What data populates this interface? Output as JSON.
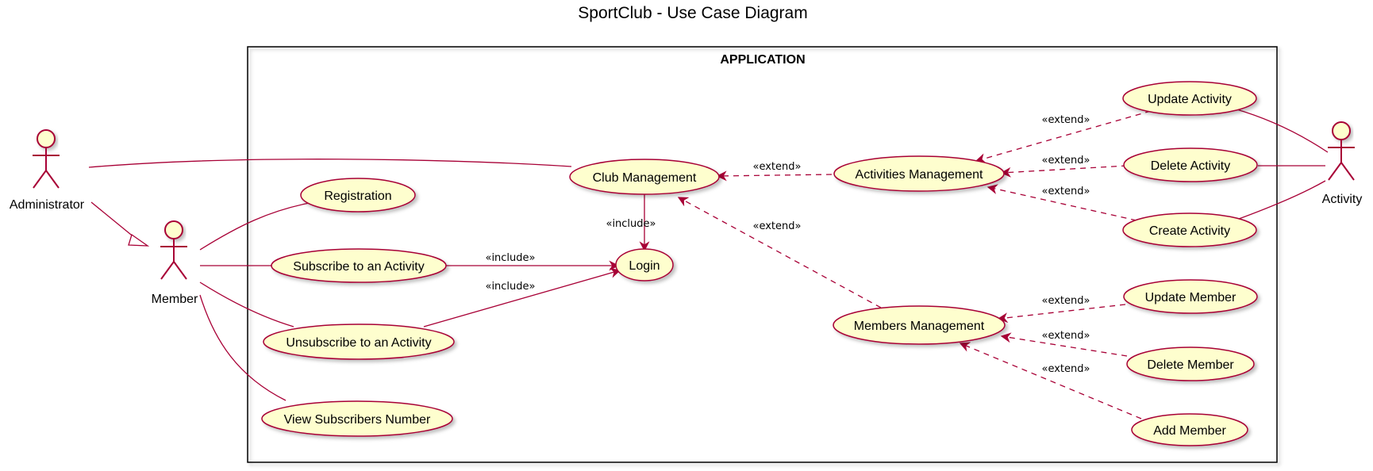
{
  "title": "SportClub - Use Case Diagram",
  "system_box": {
    "label": "APPLICATION"
  },
  "colors": {
    "line": "#A80036",
    "usecase_fill": "#FEFECE",
    "actor_fill": "#FEFECE"
  },
  "actors": {
    "administrator": "Administrator",
    "member": "Member",
    "activity": "Activity"
  },
  "usecases": {
    "registration": "Registration",
    "subscribe": "Subscribe to an Activity",
    "unsubscribe": "Unsubscribe to an Activity",
    "view_subscribers": "View Subscribers Number",
    "club_management": "Club Management",
    "login": "Login",
    "activities_management": "Activities Management",
    "members_management": "Members Management",
    "update_activity": "Update Activity",
    "delete_activity": "Delete Activity",
    "create_activity": "Create Activity",
    "update_member": "Update Member",
    "delete_member": "Delete Member",
    "add_member": "Add Member"
  },
  "relations": {
    "include": "«include»",
    "extend": "«extend»"
  }
}
